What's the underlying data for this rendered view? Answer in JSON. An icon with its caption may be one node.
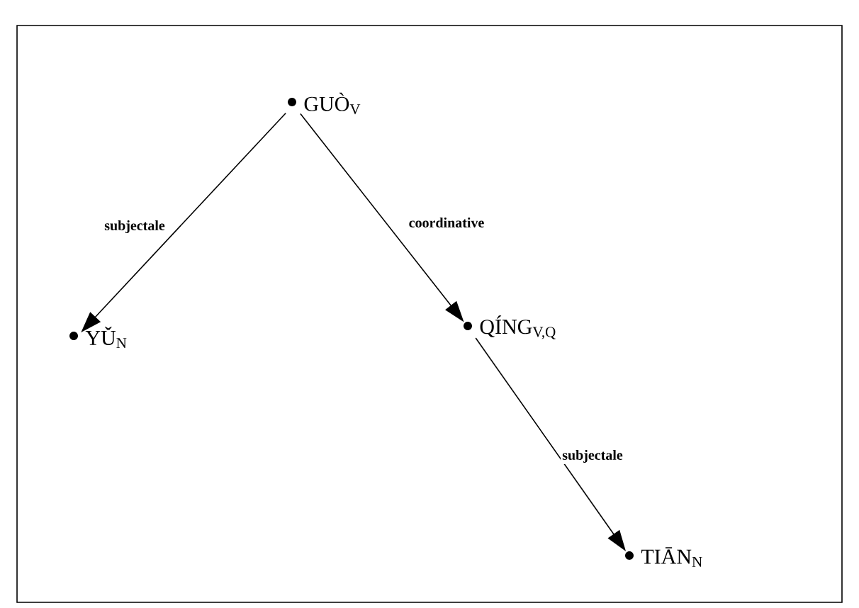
{
  "diagram": {
    "nodes": [
      {
        "text": [
          "GUÒ$_{V}$"
        ]
      },
      {
        "text": [
          "YǓ$_{N}$"
        ]
      },
      {
        "text": [
          "QÍNG$_{V,Q}$"
        ]
      },
      {
        "text": [
          "TIĀN$_{N}$"
        ]
      }
    ],
    "edges": [
      {
        "from": 0,
        "to": 1,
        "arrow": "to",
        "label": "subjectale"
      },
      {
        "from": 0,
        "to": 2,
        "arrow": "to",
        "label": "coordinative"
      },
      {
        "from": 2,
        "to": 3,
        "arrow": "to",
        "label": "subjectale"
      }
    ]
  }
}
